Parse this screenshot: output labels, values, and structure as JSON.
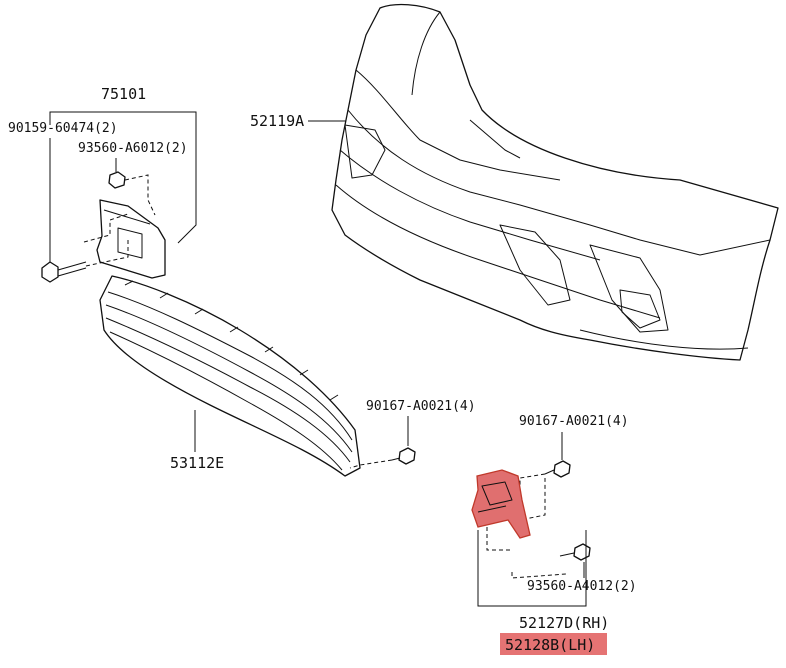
{
  "labels": {
    "bracket_assy": "75101",
    "bolt_top": "90159-60474(2)",
    "screw_plate": "93560-A6012(2)",
    "bumper_cover": "52119A",
    "grille": "53112E",
    "screw_grille": "90167-A0021(4)",
    "screw_bezel": "90167-A0021(4)",
    "screw_bezel_lower": "93560-A4012(2)",
    "bezel_rh": "52127D(RH)",
    "bezel_lh": "52128B(LH)"
  },
  "colors": {
    "highlight_fill": "#e06f6f",
    "highlight_stroke": "#c0392b",
    "highlight_label_bg": "#e57373",
    "line": "#111111"
  },
  "icons": {
    "bolt": "hex-bolt-icon",
    "screw": "screw-icon"
  }
}
